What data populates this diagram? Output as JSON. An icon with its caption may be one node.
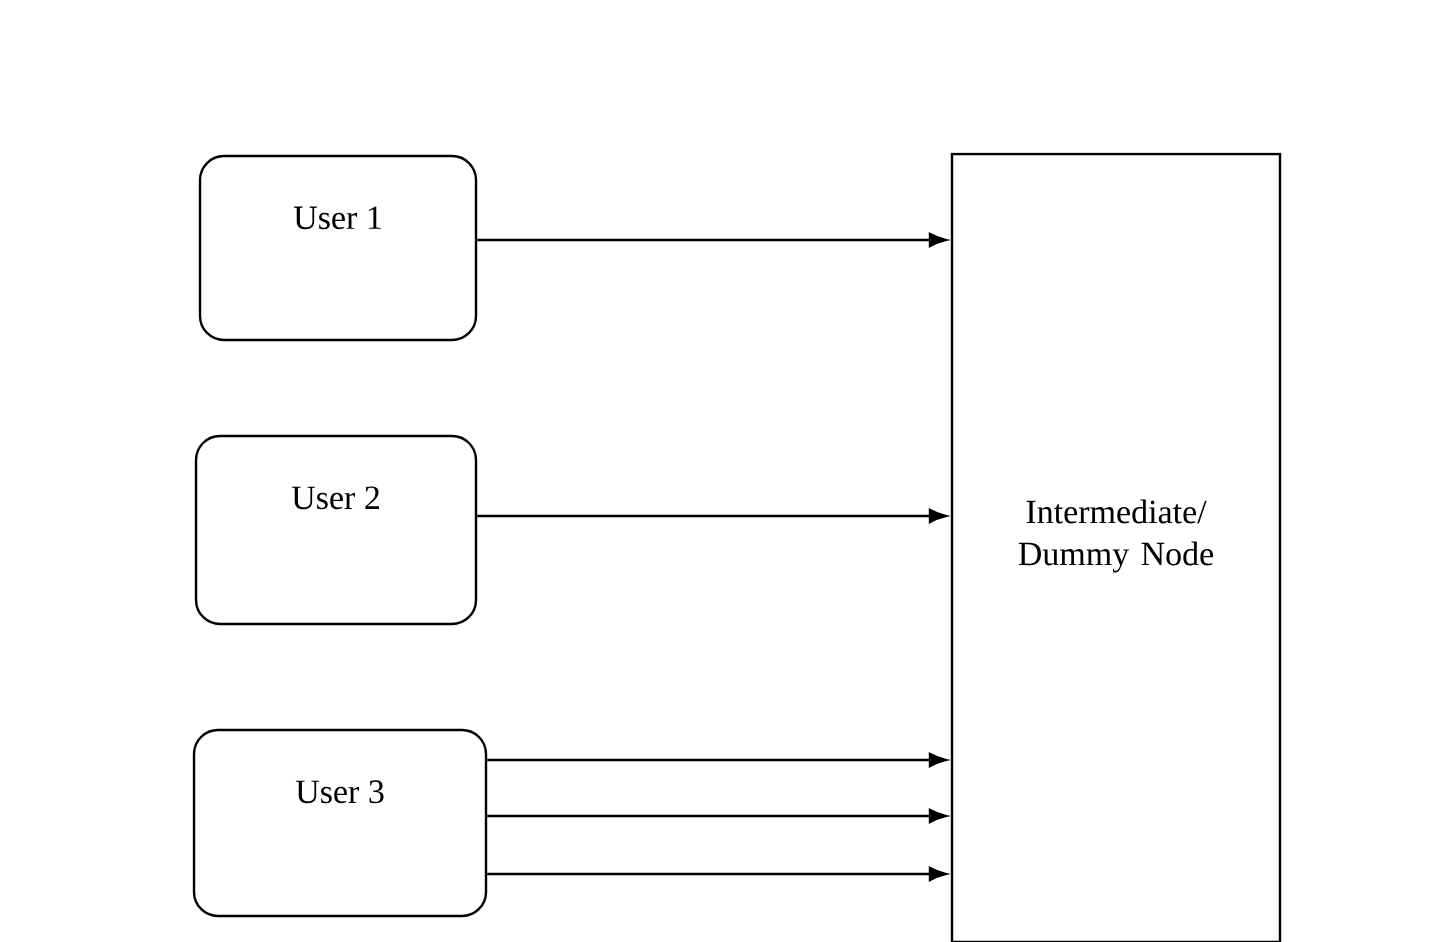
{
  "diagram": {
    "nodes": [
      {
        "text": [
          "User 1"
        ]
      },
      {
        "text": [
          "User 2"
        ]
      },
      {
        "text": [
          "User 3"
        ]
      },
      {
        "text": [
          "Intermediate/ Dummy Node"
        ]
      }
    ],
    "edges": [
      {
        "from": 0,
        "to": 3,
        "arrow": "to"
      },
      {
        "from": 1,
        "to": 3,
        "arrow": "to"
      },
      {
        "from": 2,
        "to": 3,
        "arrow": "to"
      },
      {
        "from": 2,
        "to": 3,
        "arrow": "to"
      },
      {
        "from": 2,
        "to": 3,
        "arrow": "to"
      }
    ]
  }
}
